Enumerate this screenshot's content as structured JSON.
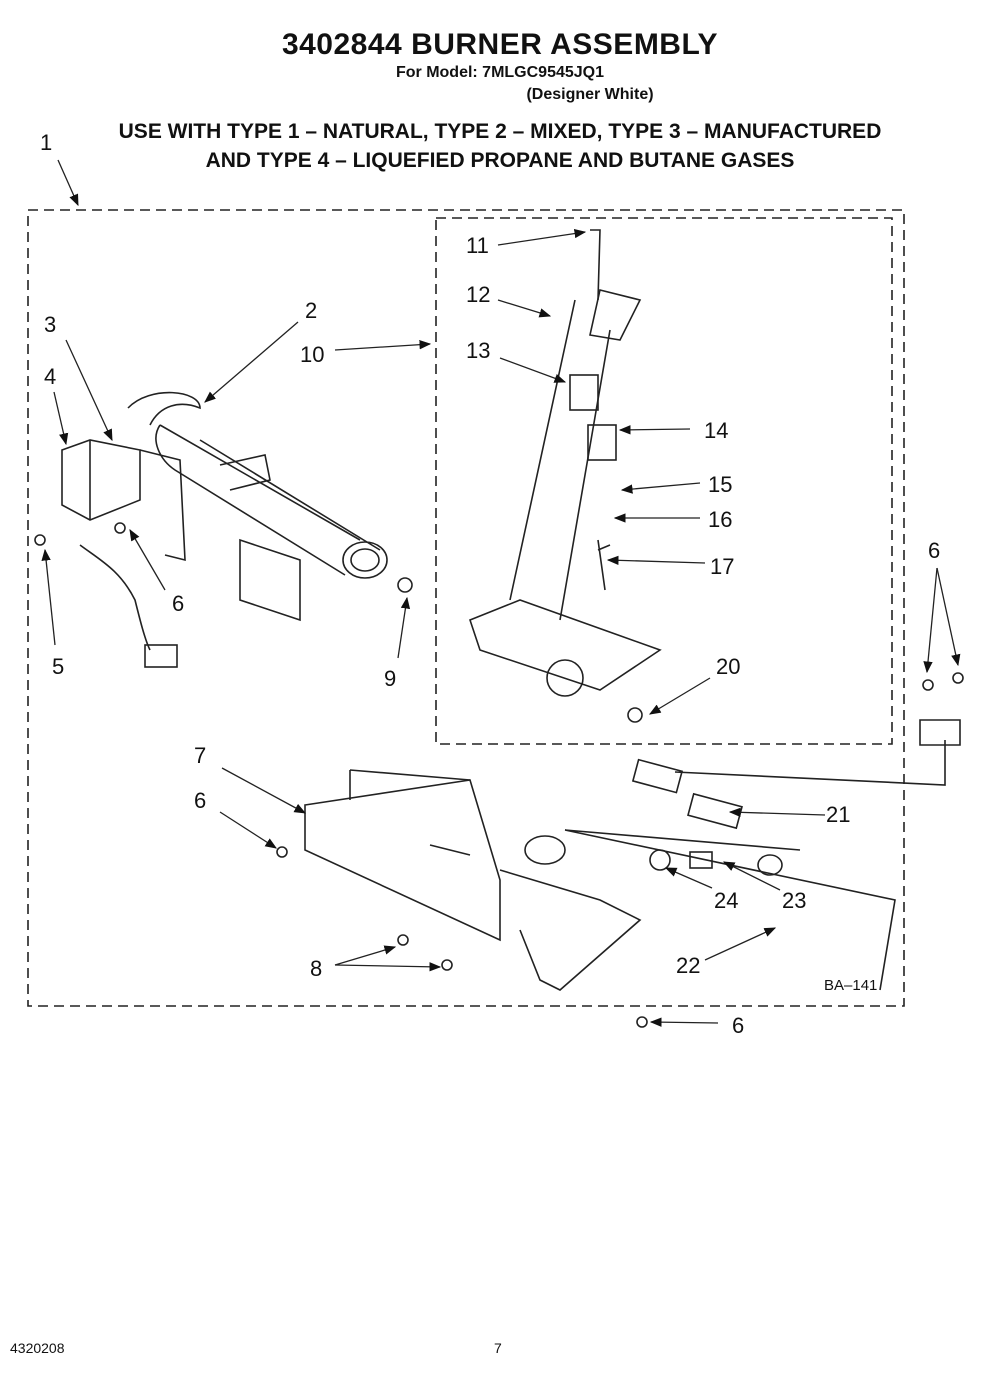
{
  "header": {
    "title": "3402844 BURNER ASSEMBLY",
    "model": "For Model: 7MLGC9545JQ1",
    "variant": "(Designer White)",
    "usage_line1": "USE WITH TYPE 1 – NATURAL, TYPE 2 – MIXED, TYPE 3 – MANUFACTURED",
    "usage_line2": "AND TYPE 4 – LIQUEFIED PROPANE AND BUTANE GASES"
  },
  "callouts": {
    "c1": "1",
    "c2": "2",
    "c3": "3",
    "c4": "4",
    "c5": "5",
    "c6a": "6",
    "c6b": "6",
    "c6c": "6",
    "c6d": "6",
    "c7": "7",
    "c8": "8",
    "c9": "9",
    "c10": "10",
    "c11": "11",
    "c12": "12",
    "c13": "13",
    "c14": "14",
    "c15": "15",
    "c16": "16",
    "c17": "17",
    "c20": "20",
    "c21": "21",
    "c22": "22",
    "c23": "23",
    "c24": "24"
  },
  "diagram_code": "BA–141",
  "footer": {
    "doc_number": "4320208",
    "page": "7"
  }
}
